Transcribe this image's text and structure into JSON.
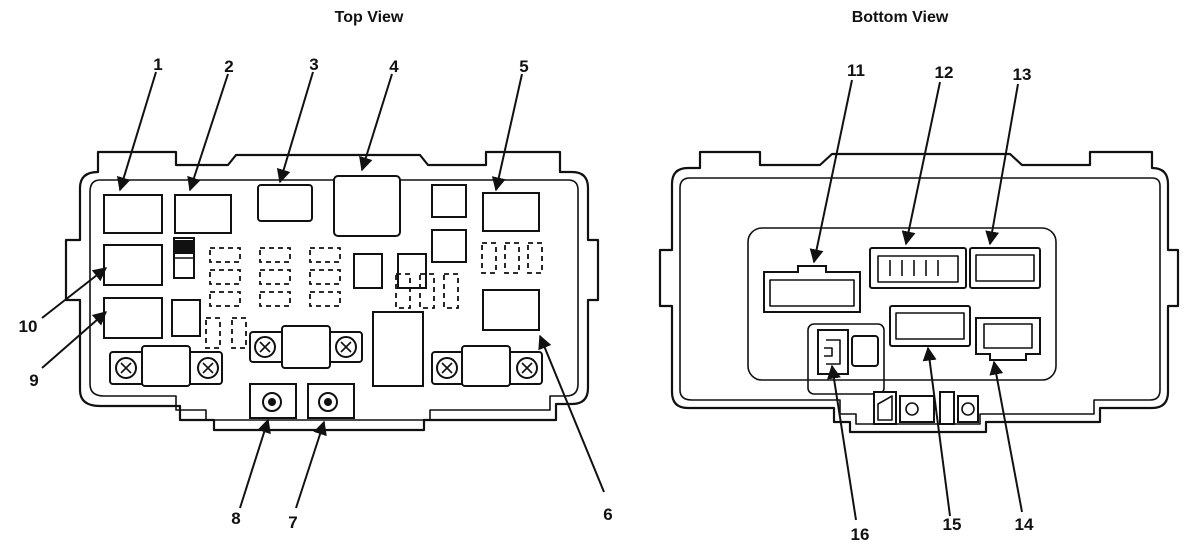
{
  "views": {
    "top_title": "Top View",
    "bottom_title": "Bottom View"
  },
  "callouts": {
    "c1": "1",
    "c2": "2",
    "c3": "3",
    "c4": "4",
    "c5": "5",
    "c6": "6",
    "c7": "7",
    "c8": "8",
    "c9": "9",
    "c10": "10",
    "c11": "11",
    "c12": "12",
    "c13": "13",
    "c14": "14",
    "c15": "15",
    "c16": "16"
  }
}
